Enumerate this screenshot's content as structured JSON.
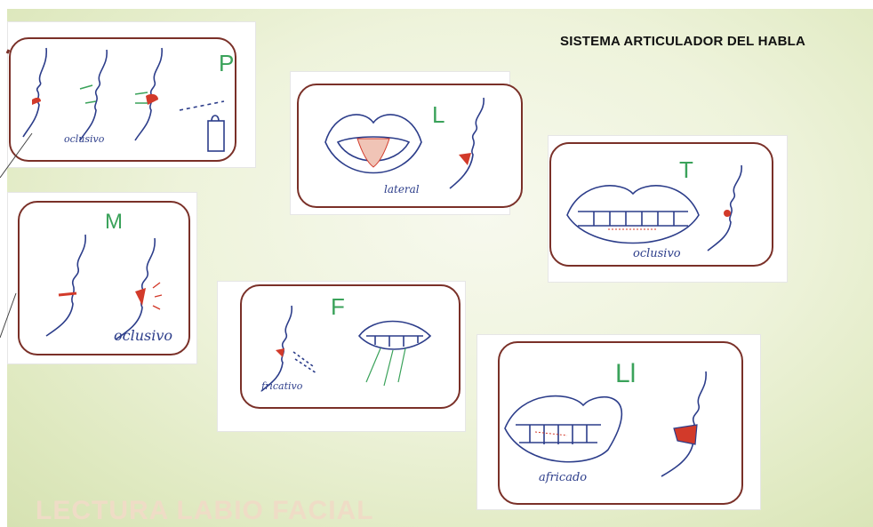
{
  "title": "SISTEMA ARTICULADOR DEL HABLA",
  "footer": "LECTURA LABIO FACIAL",
  "cards": {
    "p": {
      "letter": "P",
      "caption": "oclusivo"
    },
    "l": {
      "letter": "L",
      "caption": "lateral"
    },
    "t": {
      "letter": "T",
      "caption": "oclusivo"
    },
    "m": {
      "letter": "M",
      "caption": "oclusivo"
    },
    "f": {
      "letter": "F",
      "caption": "fricativo"
    },
    "ll": {
      "letter": "Ll",
      "caption": "africado"
    }
  },
  "colors": {
    "card_border": "#7a3028",
    "letter": "#3aa25a",
    "ink": "#2c3d8a",
    "accent_red": "#d23a2a"
  }
}
